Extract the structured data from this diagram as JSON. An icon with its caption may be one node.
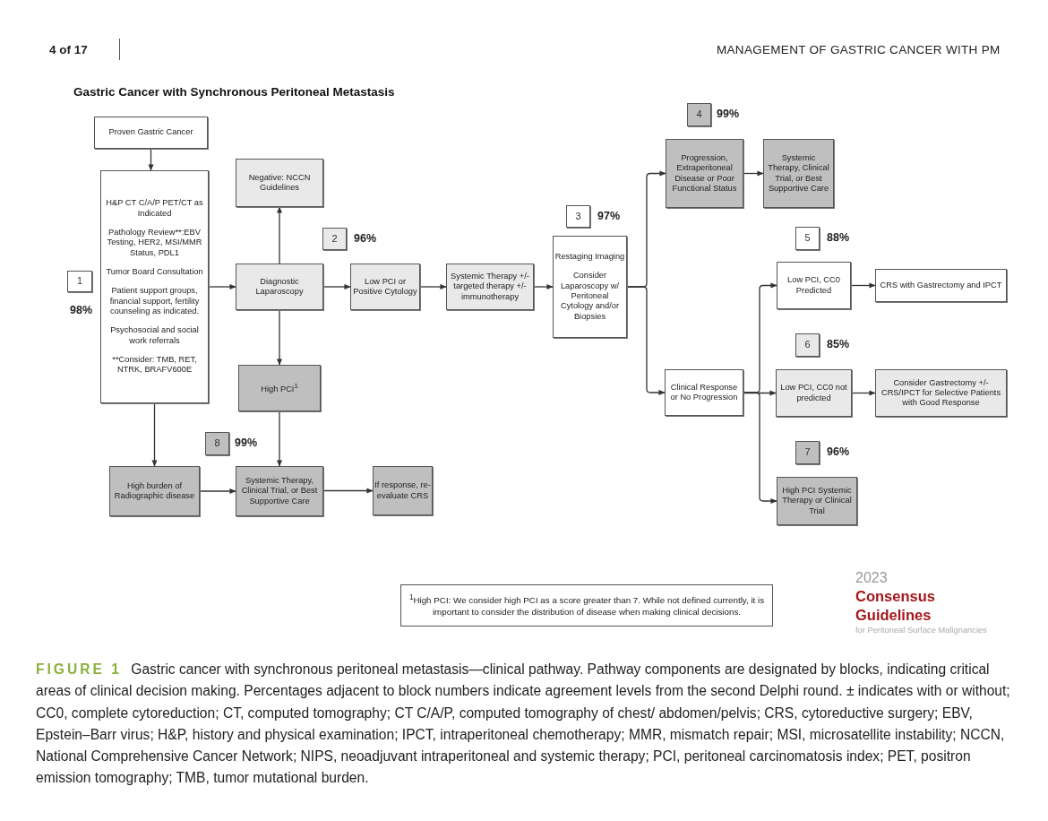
{
  "diagram": {
    "title": "Gastric Cancer with Synchronous Peritoneal Metastasis",
    "caption": "**FIGURE 1** Gastric cancer with synchronous peritoneal metastasis—clinical pathway. Pathway components are designated by blocks, indicating critical areas of clinical decision making. Percentages adjacent to block numbers indicate agreement levels from the second Delphi round. ± indicates with or without; CC0, complete cytoreduction; CT, computed tomography; CT C/A/P, computed tomography of chest/ abdomen/pelvis; CRS, cytoreductive surgery; EBV, Epstein–Barr virus; H&P, history and physical examination; IPCT, intraperitoneal chemotherapy; MMR, mismatch repair; MSI, microsatellite instability; NCCN, National Comprehensive Cancer Network; NIPS, neoadjuvant intraperitoneal and systemic therapy; PCI, peritoneal carcinomatosis index; PET, positron emission tomography; TMB, tumor mutational burden.",
    "nodes": [
      {
        "text": [
          "Proven Gastric Cancer"
        ]
      },
      {
        "text": [
          "H&P CT C/A/P PET/CT as Indicated",
          "Pathology Review**:EBV Testing, HER2, MSI/MMR Status, PDL1",
          "Tumor Board Consultation",
          "Patient support groups, financial support, fertility counseling as indicated.",
          "Psychosocial and social work referrals",
          "**Consider: TMB, RET, NTRK, BRAFV600E"
        ]
      },
      {
        "text": [
          "Negative: NCCN Guidelines"
        ]
      },
      {
        "text": [
          "Diagnostic Laparoscopy"
        ]
      },
      {
        "text": [
          "Low PCI or Positive Cytology"
        ]
      },
      {
        "text": [
          "Systemic Therapy +/- targeted therapy +/- immunotherapy"
        ]
      },
      {
        "text": [
          "Restaging Imaging",
          "Consider Laparoscopy w/ Peritoneal Cytology and/or Biopsies"
        ]
      },
      {
        "text": [
          "Progression, Extraperitoneal Disease or Poor Functional Status"
        ]
      },
      {
        "text": [
          "Systemic Therapy, Clinical Trial, or Best Supportive Care"
        ]
      },
      {
        "text": [
          "Low PCI, CC0 Predicted"
        ]
      },
      {
        "text": [
          "CRS with Gastrectomy and IPCT"
        ]
      },
      {
        "text": [
          "Clinical Response or No Progression"
        ]
      },
      {
        "text": [
          "Low PCI, CC0 not predicted"
        ]
      },
      {
        "text": [
          "Consider Gastrectomy +/- CRS/IPCT for Selective Patients with Good Response"
        ]
      },
      {
        "text": [
          "High PCI Systemic Therapy or Clinical Trial"
        ]
      },
      {
        "text": [
          "High PCI$^{1}$"
        ]
      },
      {
        "text": [
          "High burden of Radiographic disease"
        ]
      },
      {
        "text": [
          "Systemic Therapy, Clinical Trial, or Best Supportive Care"
        ]
      },
      {
        "text": [
          "If response, re-evaluate CRS"
        ]
      },
      {
        "text": [
          "$^{1}$High PCI: We consider high PCI as a score greater than 7. While not defined currently, it is important to consider the distribution of disease when making clinical decisions."
        ]
      },
      {
        "text": [
          "1"
        ],
        "beside": [
          "98%"
        ]
      },
      {
        "text": [
          "2"
        ],
        "beside": [
          "96%"
        ]
      },
      {
        "text": [
          "3"
        ],
        "beside": [
          "97%"
        ]
      },
      {
        "text": [
          "4"
        ],
        "beside": [
          "99%"
        ]
      },
      {
        "text": [
          "5"
        ],
        "beside": [
          "88%"
        ]
      },
      {
        "text": [
          "6"
        ],
        "beside": [
          "85%"
        ]
      },
      {
        "text": [
          "7"
        ],
        "beside": [
          "96%"
        ]
      },
      {
        "text": [
          "8"
        ],
        "beside": [
          "99%"
        ]
      }
    ],
    "edges": [
      {
        "from": 0,
        "to": 1,
        "arrow": "to"
      },
      {
        "from": 1,
        "to": 3,
        "arrow": "to"
      },
      {
        "from": 3,
        "to": 2,
        "arrow": "to"
      },
      {
        "from": 3,
        "to": 4,
        "arrow": "to"
      },
      {
        "from": 4,
        "to": 5,
        "arrow": "to"
      },
      {
        "from": 5,
        "to": 6,
        "arrow": "to"
      },
      {
        "from": 3,
        "to": 15,
        "arrow": "to"
      },
      {
        "from": 15,
        "to": 17,
        "arrow": "to"
      },
      {
        "from": 1,
        "to": 16,
        "arrow": "to"
      },
      {
        "from": 16,
        "to": 17,
        "arrow": "to"
      },
      {
        "from": 17,
        "to": 18,
        "arrow": "to"
      },
      {
        "from": 6,
        "to": 7,
        "arrow": "to"
      },
      {
        "from": 6,
        "to": 11,
        "arrow": "to"
      },
      {
        "from": 11,
        "to": 9,
        "arrow": "to"
      },
      {
        "from": 11,
        "to": 12,
        "arrow": "to"
      },
      {
        "from": 11,
        "to": 14,
        "arrow": "to"
      },
      {
        "from": 7,
        "to": 8,
        "arrow": "to"
      },
      {
        "from": 9,
        "to": 10,
        "arrow": "to"
      },
      {
        "from": 12,
        "to": 13,
        "arrow": "to"
      }
    ],
    "labels": [
      "4 of 17",
      "MANAGEMENT OF GASTRIC CANCER WITH PM",
      "2023",
      "Consensus Guidelines",
      "for Peritoneal Surface Malignancies"
    ]
  }
}
